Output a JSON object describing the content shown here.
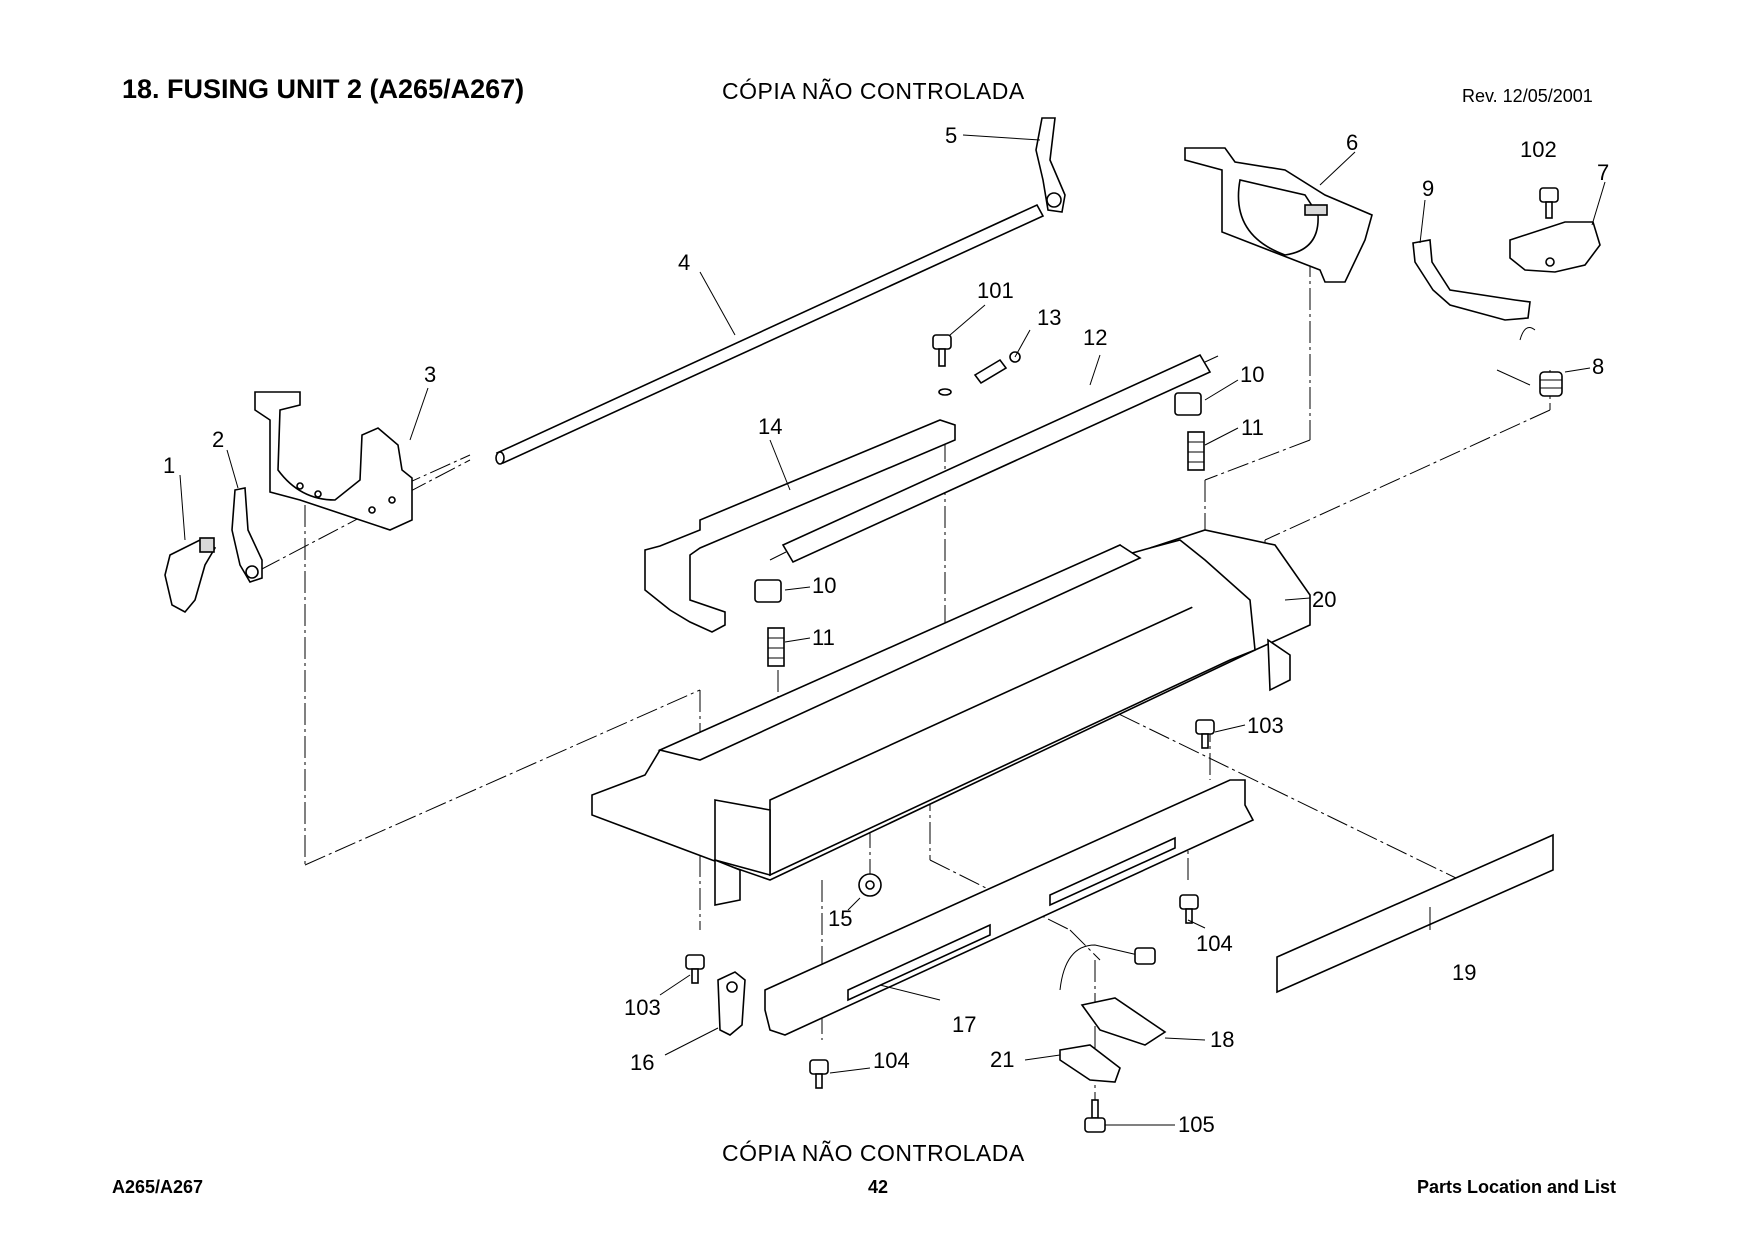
{
  "header": {
    "title": "18. FUSING UNIT 2 (A265/A267)",
    "stamp": "CÓPIA NÃO CONTROLADA",
    "revision": "Rev. 12/05/2001"
  },
  "footer": {
    "stamp": "CÓPIA NÃO CONTROLADA",
    "model": "A265/A267",
    "page": "42",
    "section": "Parts Location and List"
  },
  "callouts": {
    "p1": "1",
    "p2": "2",
    "p3": "3",
    "p4": "4",
    "p5": "5",
    "p6": "6",
    "p7": "7",
    "p8": "8",
    "p9": "9",
    "p10a": "10",
    "p10b": "10",
    "p11a": "11",
    "p11b": "11",
    "p12": "12",
    "p13": "13",
    "p14": "14",
    "p15": "15",
    "p16": "16",
    "p17": "17",
    "p18": "18",
    "p19": "19",
    "p20": "20",
    "p21": "21",
    "p101": "101",
    "p102": "102",
    "p103a": "103",
    "p103b": "103",
    "p104a": "104",
    "p104b": "104",
    "p105": "105"
  }
}
